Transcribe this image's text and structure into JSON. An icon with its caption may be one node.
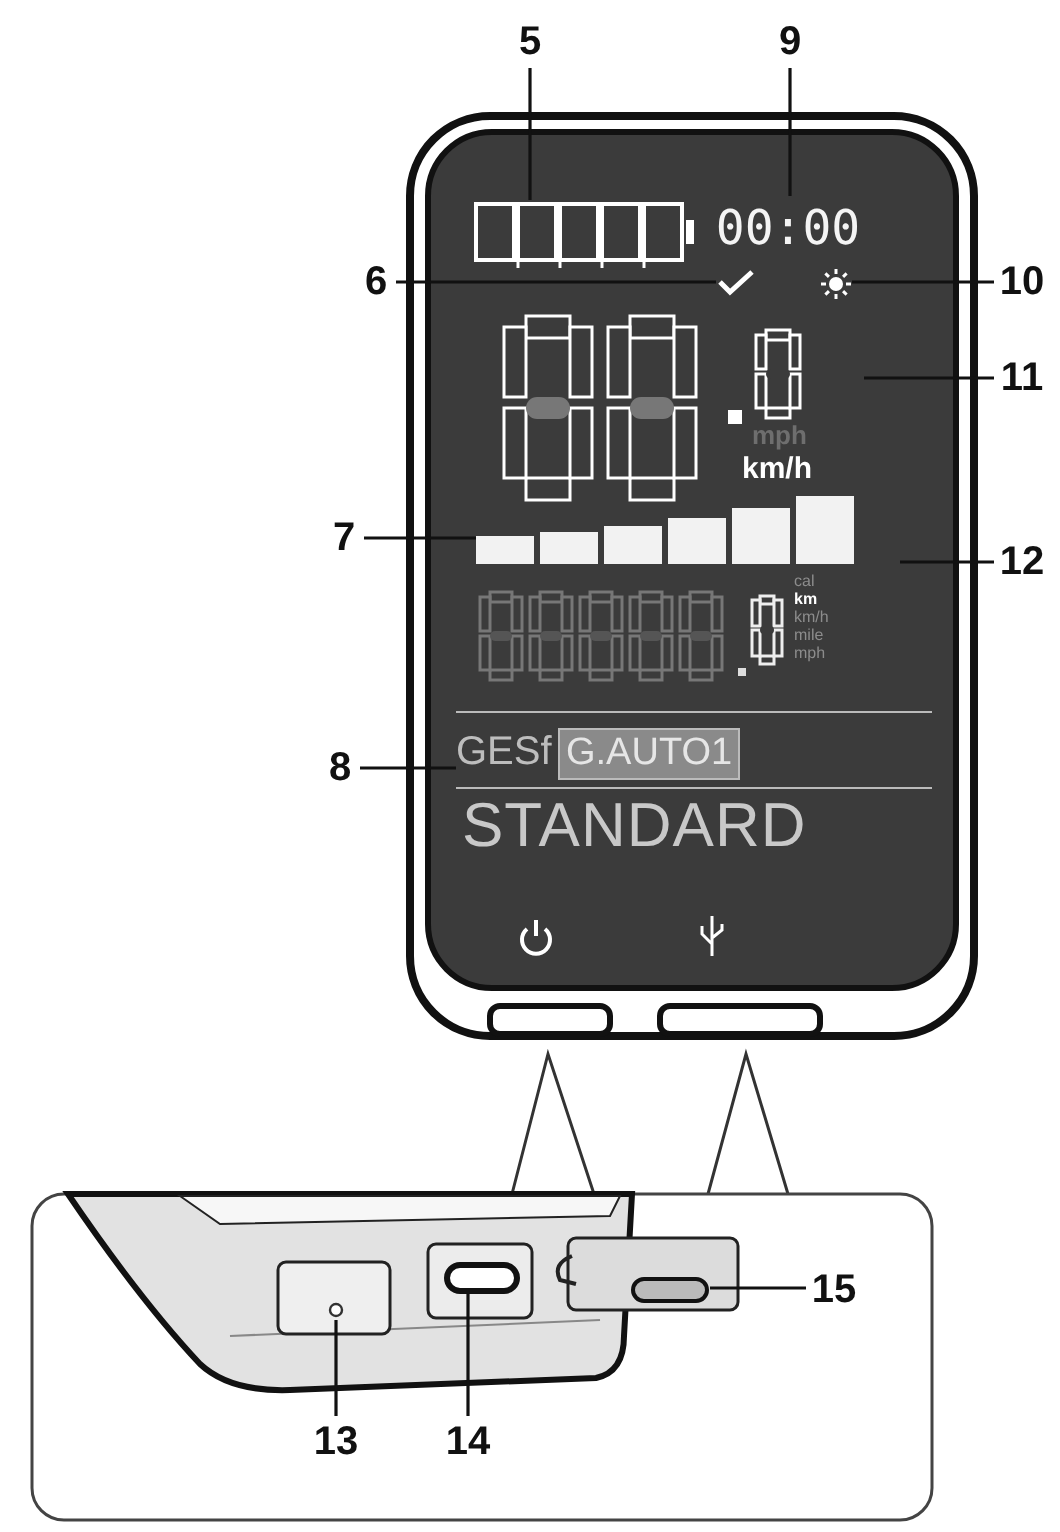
{
  "diagram": {
    "nodes": [
      {
        "text": [
          "5"
        ]
      },
      {
        "text": [],
        "shape": "battery"
      },
      {
        "text": [
          "9"
        ]
      },
      {
        "text": [
          "00:00"
        ]
      },
      {
        "text": [
          "6"
        ]
      },
      {
        "text": [],
        "shape": "check"
      },
      {
        "text": [
          "10"
        ]
      },
      {
        "text": [],
        "shape": "sun"
      },
      {
        "text": [
          "11"
        ]
      },
      {
        "text": [
          "7"
        ]
      },
      {
        "text": [],
        "shape": "bar"
      },
      {
        "text": [
          "12"
        ]
      },
      {
        "text": [
          "8"
        ]
      },
      {
        "text": [
          "13"
        ]
      },
      {
        "text": [],
        "shape": "circle"
      },
      {
        "text": [
          "14"
        ]
      },
      {
        "text": [],
        "shape": "box"
      },
      {
        "text": [
          "15"
        ]
      },
      {
        "text": [],
        "shape": "box"
      },
      {
        "text": [
          "GESf"
        ]
      }
    ],
    "edges": [
      {
        "from": 0,
        "to": 1,
        "arrow": "none"
      },
      {
        "from": 2,
        "to": 3,
        "arrow": "none"
      },
      {
        "from": 4,
        "to": 5,
        "arrow": "none"
      },
      {
        "from": 6,
        "to": 7,
        "arrow": "none"
      },
      {
        "from": 8,
        "to": null,
        "arrow": "none"
      },
      {
        "from": 9,
        "to": 10,
        "arrow": "none"
      },
      {
        "from": 11,
        "to": null,
        "arrow": "none"
      },
      {
        "from": 12,
        "to": 19,
        "arrow": "none"
      },
      {
        "from": 13,
        "to": 14,
        "arrow": "none"
      },
      {
        "from": 15,
        "to": 16,
        "arrow": "none"
      },
      {
        "from": 17,
        "to": 18,
        "arrow": "none"
      }
    ],
    "labels": [
      "mph",
      "km/h",
      "cal",
      "km",
      "km/h",
      "mile",
      "mph",
      "G.AUTO1",
      "STANDARD"
    ]
  }
}
